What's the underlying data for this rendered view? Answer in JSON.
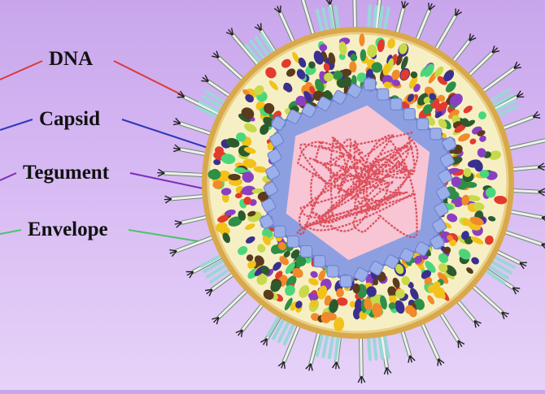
{
  "labels": {
    "dna": "DNA",
    "capsid": "Capsid",
    "tegument": "Tegument",
    "envelope": "Envelope"
  },
  "colors": {
    "background_top": "#c9a6ec",
    "background_bottom": "#e6d3f8",
    "envelope_ring": "#d9a84a",
    "envelope_fill": "#f7efc4",
    "capsid_shell": "#8d9fe0",
    "core_fill": "#f7c5d4",
    "dna_strand": "#d8434f",
    "dna_leader": "#d93a3a",
    "capsid_leader": "#2e37b8",
    "tegument_leader": "#7a2bc0",
    "envelope_leader": "#4cc46a",
    "tegument_particles": [
      "#e23b2e",
      "#f2c21b",
      "#3a2f8f",
      "#2e8f46",
      "#8a3fc2",
      "#f08a2a",
      "#4cd67a",
      "#5a3b1d",
      "#c8d94a",
      "#2d5a2d"
    ],
    "glycoprotein": "#f0f0f0",
    "glycoprotein_outline": "#6a8a6a",
    "spike_tips": "#222222"
  },
  "icons": {
    "glycoprotein_spike": "branched-spike-icon",
    "envelope_loops": "membrane-loop-icon"
  }
}
